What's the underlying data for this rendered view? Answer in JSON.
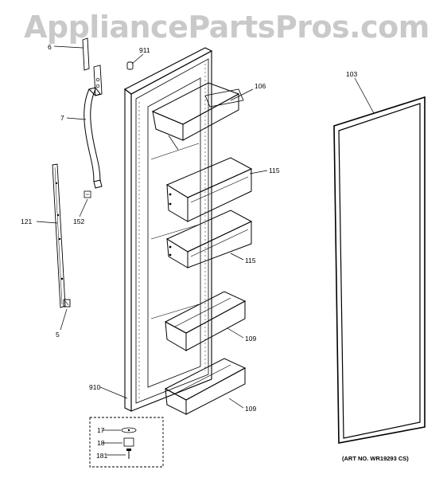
{
  "watermark": "AppliancePartsPros.com",
  "art_number": "(ART NO. WR19293 CS)",
  "callouts": [
    {
      "id": "c6",
      "label": "6"
    },
    {
      "id": "c911",
      "label": "911"
    },
    {
      "id": "c106",
      "label": "106"
    },
    {
      "id": "c103",
      "label": "103"
    },
    {
      "id": "c7",
      "label": "7"
    },
    {
      "id": "c115a",
      "label": "115"
    },
    {
      "id": "c121",
      "label": "121"
    },
    {
      "id": "c152",
      "label": "152"
    },
    {
      "id": "c115b",
      "label": "115"
    },
    {
      "id": "c109a",
      "label": "109"
    },
    {
      "id": "c5",
      "label": "5"
    },
    {
      "id": "c910",
      "label": "910"
    },
    {
      "id": "c109b",
      "label": "109"
    },
    {
      "id": "c17",
      "label": "17"
    },
    {
      "id": "c18",
      "label": "18"
    },
    {
      "id": "c181",
      "label": "181"
    }
  ]
}
